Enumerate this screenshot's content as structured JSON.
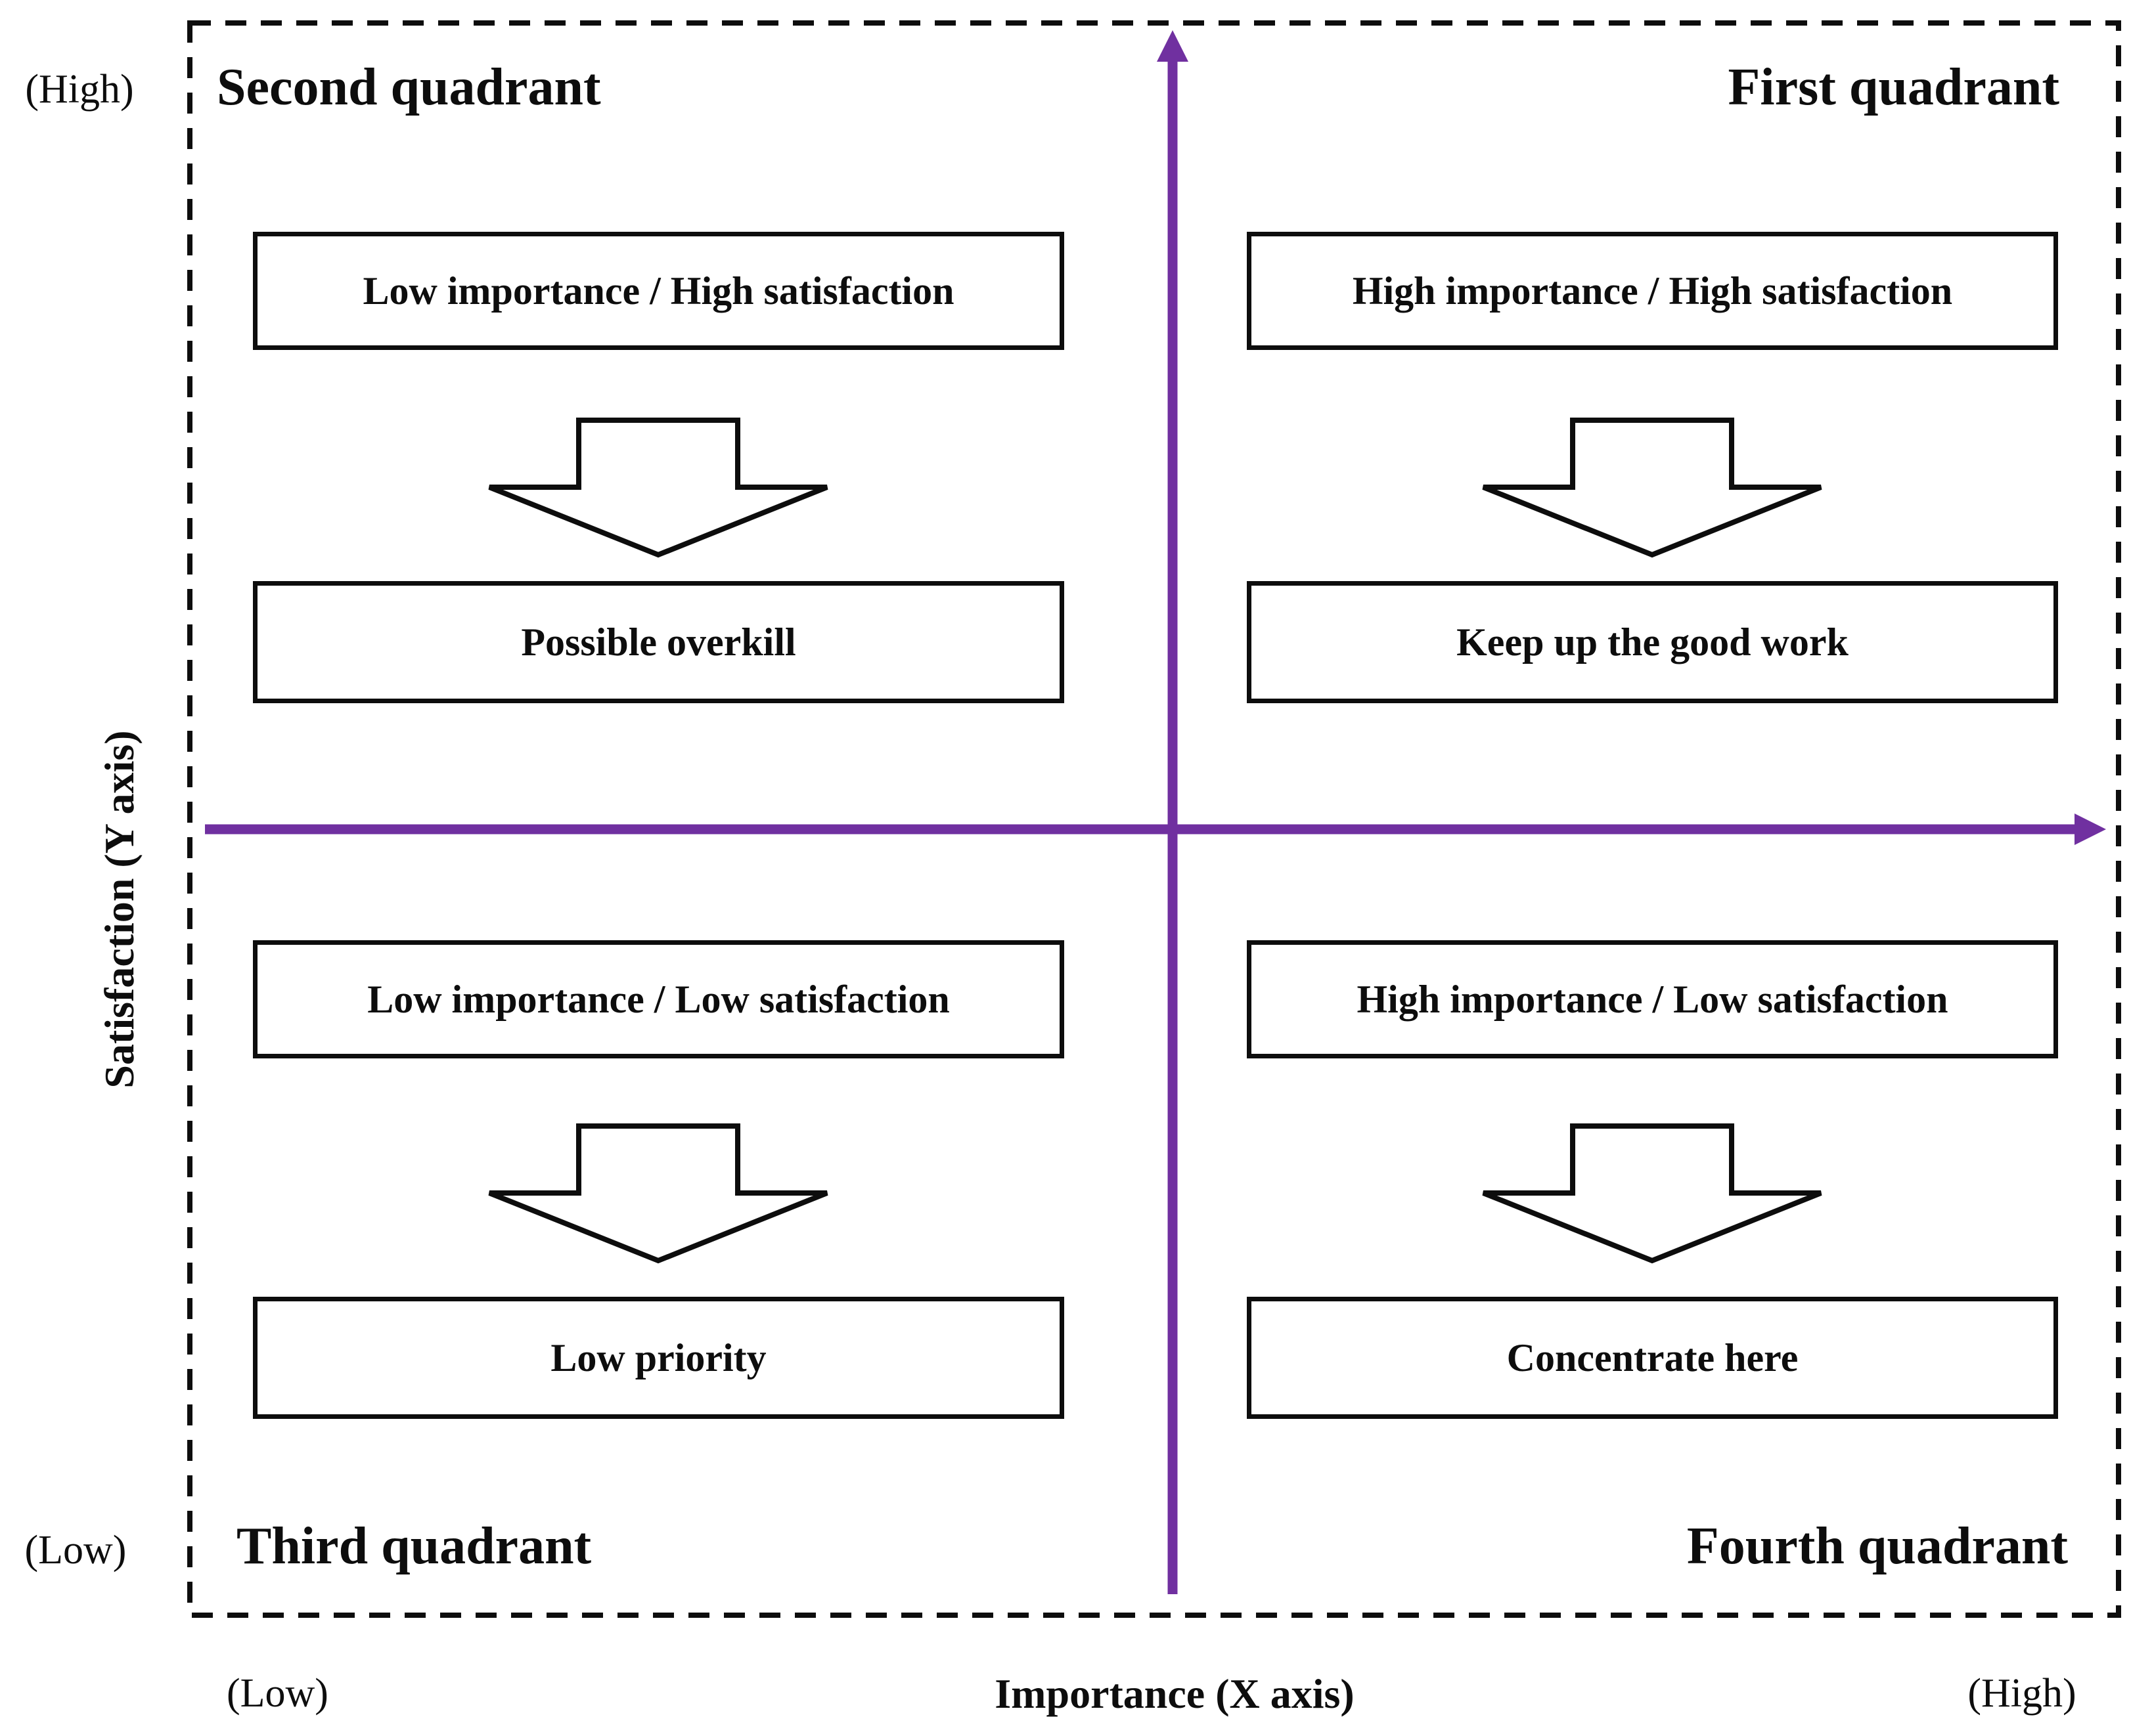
{
  "figure": {
    "axis_color": "#7030A0",
    "y_axis": {
      "label": "Satisfaction (Y axis)",
      "high": "(High)",
      "low": "(Low)"
    },
    "x_axis": {
      "label": "Importance (X axis)",
      "high": "(High)",
      "low": "(Low)"
    },
    "quadrants": [
      {
        "name": "Second quadrant",
        "condition": "Low importance / High satisfaction",
        "action": "Possible overkill"
      },
      {
        "name": "First quadrant",
        "condition": "High importance / High satisfaction",
        "action": "Keep up the good work"
      },
      {
        "name": "Third quadrant",
        "condition": "Low importance / Low satisfaction",
        "action": "Low priority"
      },
      {
        "name": "Fourth quadrant",
        "condition": "High importance / Low satisfaction",
        "action": "Concentrate here"
      }
    ]
  }
}
